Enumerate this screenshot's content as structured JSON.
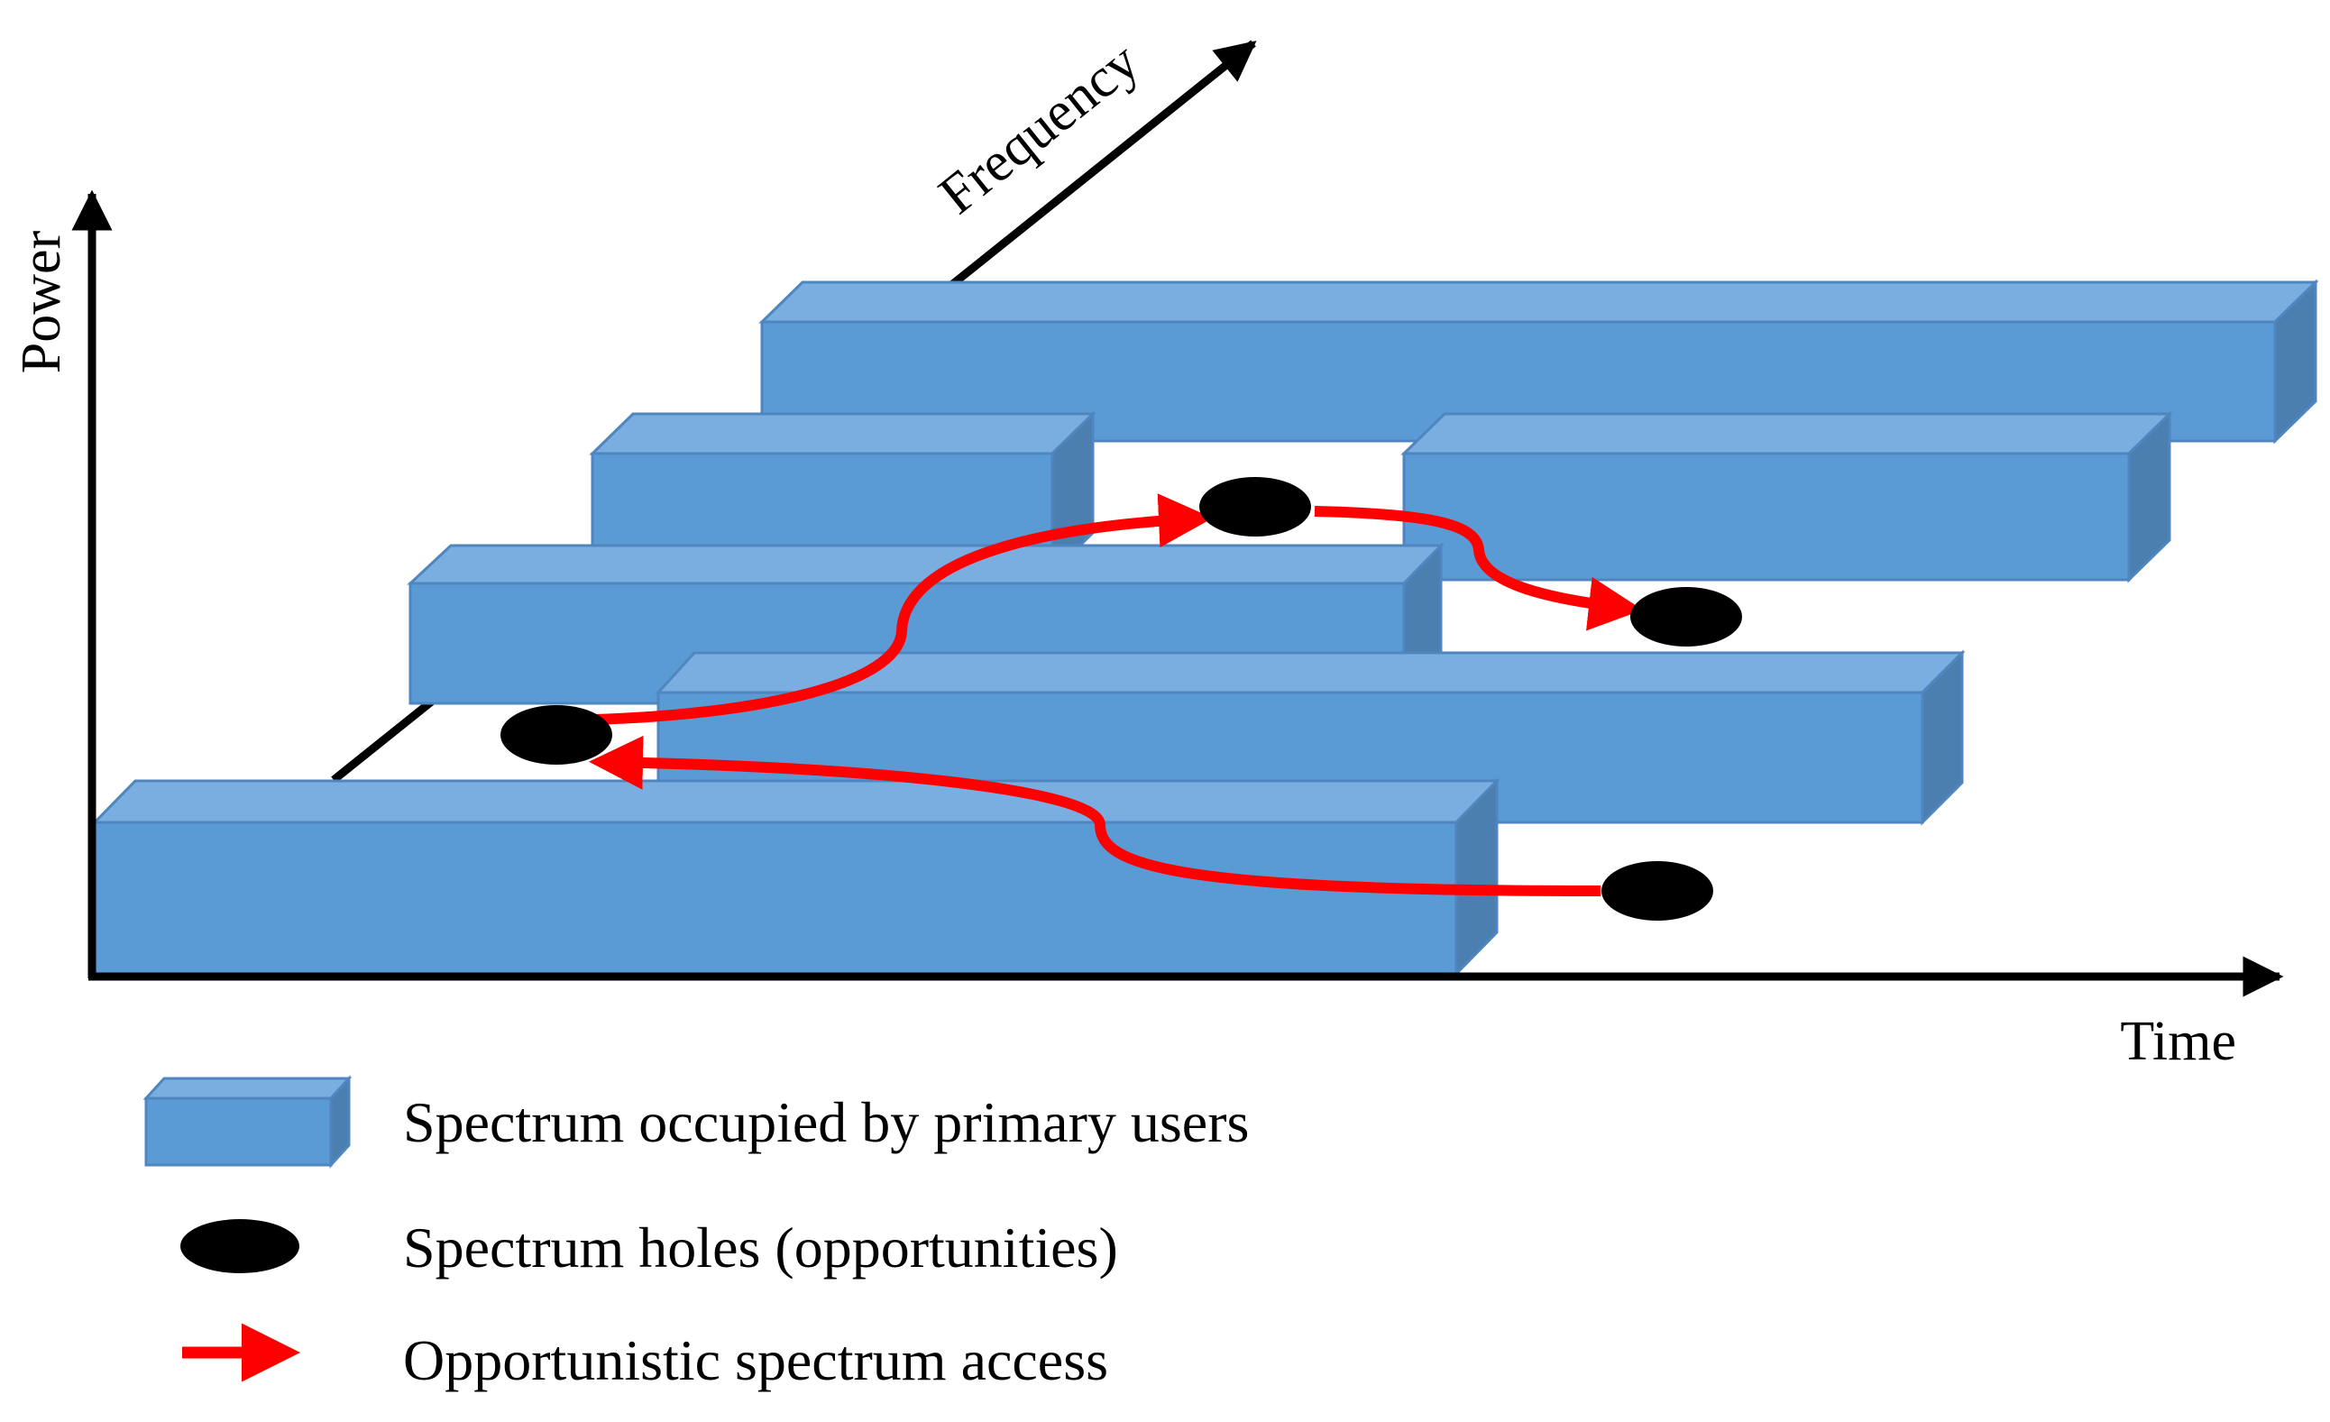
{
  "axes": {
    "power_label": "Power",
    "frequency_label": "Frequency",
    "time_label": "Time"
  },
  "legend": {
    "occupied_label": "Spectrum occupied by primary users",
    "holes_label": "Spectrum holes (opportunities)",
    "access_label": "Opportunistic spectrum access"
  },
  "colors": {
    "block_front": "#5b9bd5",
    "block_top": "#7aaee0",
    "block_side": "#4a7fb0",
    "block_edge": "#4f86bf",
    "hole": "#000000",
    "access_arrow": "#ff0000",
    "axis": "#000000"
  }
}
